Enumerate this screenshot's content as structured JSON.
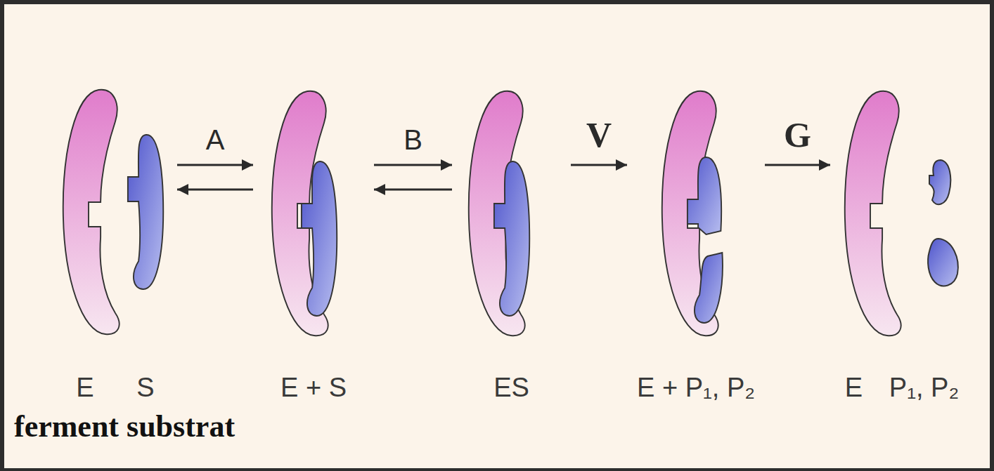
{
  "diagram": {
    "nodes": [
      {
        "text": [
          "E",
          "S"
        ]
      },
      {
        "text": [
          "E + S"
        ]
      },
      {
        "text": [
          "ES"
        ]
      },
      {
        "text": [
          "E + P₁, P₂"
        ]
      },
      {
        "text": [
          "E",
          "P₁, P₂"
        ]
      }
    ],
    "edges": [
      {
        "from": 0,
        "to": 1,
        "label": "A",
        "arrow": "both"
      },
      {
        "from": 1,
        "to": 2,
        "label": "B",
        "arrow": "both"
      },
      {
        "from": 2,
        "to": 3,
        "label": "V",
        "arrow": "to"
      },
      {
        "from": 3,
        "to": 4,
        "label": "G",
        "arrow": "to"
      }
    ],
    "labels": [
      "ferment substrat"
    ]
  }
}
